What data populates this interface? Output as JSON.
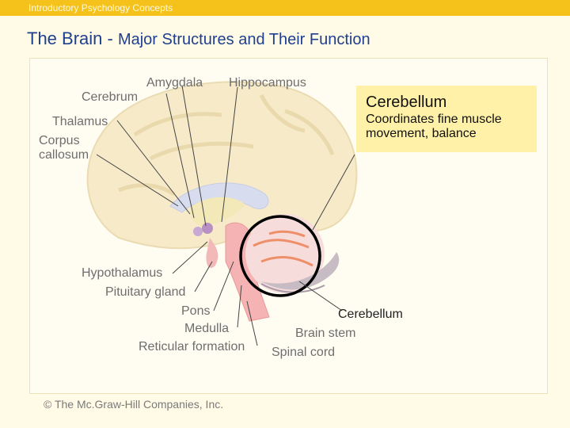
{
  "header": {
    "course": "Introductory Psychology Concepts"
  },
  "slide": {
    "title_main": "The Brain - ",
    "title_rest": "Major Structures and Their Function"
  },
  "labels": {
    "amygdala": "Amygdala",
    "hippocampus": "Hippocampus",
    "cerebrum": "Cerebrum",
    "thalamus": "Thalamus",
    "corpus1": "Corpus",
    "corpus2": "callosum",
    "hypothalamus": "Hypothalamus",
    "pituitary": "Pituitary gland",
    "pons": "Pons",
    "medulla": "Medulla",
    "reticular": "Reticular formation",
    "cerebellum": "Cerebellum",
    "brainstem": "Brain stem",
    "spinalcord": "Spinal cord"
  },
  "callout": {
    "title": "Cerebellum",
    "text": "Coordinates fine muscle movement, balance"
  },
  "credit": "© The Mc.Graw-Hill Companies, Inc.",
  "colors": {
    "topbar": "#f4c21a",
    "title": "#1f3f8f",
    "callout": "#fff1a8"
  }
}
